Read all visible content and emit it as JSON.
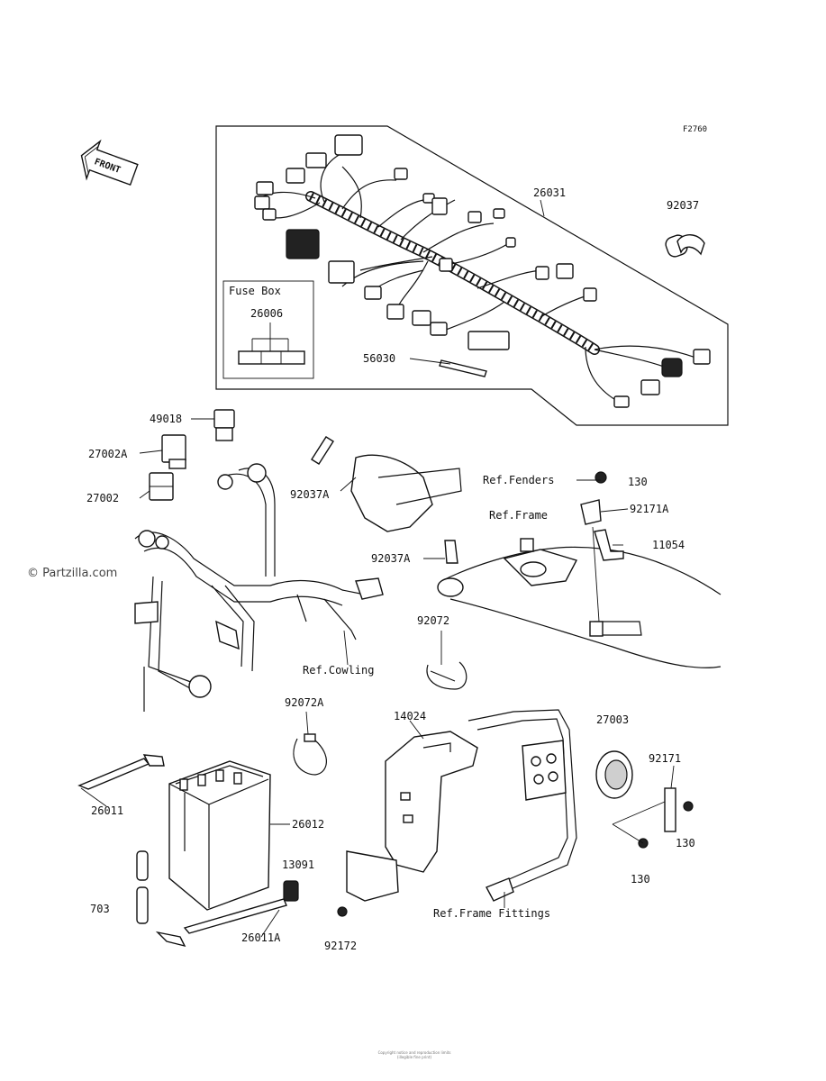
{
  "figure_code": "F2760",
  "front_label": "FRONT",
  "watermark": "© Partzilla.com",
  "fuse_box": {
    "title": "Fuse Box",
    "part": "26006"
  },
  "parts": {
    "p26031": "26031",
    "p92037": "92037",
    "p56030": "56030",
    "p49018": "49018",
    "p27002A": "27002A",
    "p27002": "27002",
    "p92037A_1": "92037A",
    "p92037A_2": "92037A",
    "p130_1": "130",
    "p92171A": "92171A",
    "p11054": "11054",
    "p92072": "92072",
    "p92072A": "92072A",
    "p14024": "14024",
    "p27003": "27003",
    "p92171": "92171",
    "p130_2": "130",
    "p130_3": "130",
    "p26011": "26011",
    "p26012": "26012",
    "p13091": "13091",
    "p703": "703",
    "p26011A": "26011A",
    "p92172": "92172"
  },
  "references": {
    "fenders": "Ref.Fenders",
    "frame": "Ref.Frame",
    "cowling": "Ref.Cowling",
    "frame_fittings": "Ref.Frame Fittings"
  },
  "footer": [
    "Copyright notice and reproduction limits",
    "(illegible fine print)"
  ]
}
